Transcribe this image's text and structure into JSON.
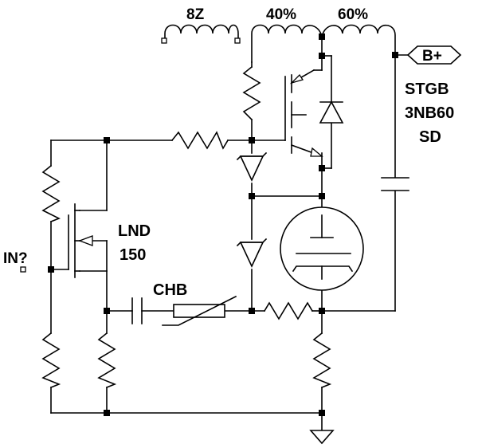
{
  "labels": {
    "tap_8z": "8Z",
    "tap_40": "40%",
    "tap_60": "60%",
    "bplus": "B+",
    "igbt_line1": "STGB",
    "igbt_line2": "3NB60",
    "igbt_line3": "SD",
    "mosfet_line1": "LND",
    "mosfet_line2": "150",
    "choke": "CHB",
    "input": "IN?"
  },
  "colors": {
    "wire": "#000000",
    "background": "#ffffff"
  }
}
